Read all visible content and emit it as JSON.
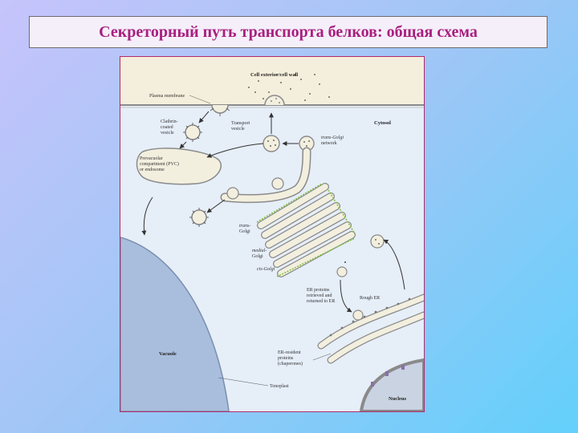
{
  "slide": {
    "title": "Секреторный путь транспорта белков: общая схема"
  },
  "diagram": {
    "labels": {
      "cell_exterior": "Cell exterior/cell wall",
      "plasma_membrane": "Plasma membrane",
      "cytosol": "Cytosol",
      "clathrin_line1": "Clathrin-",
      "clathrin_line2": "coated",
      "clathrin_line3": "vesicle",
      "transport_line1": "Transport",
      "transport_line2": "vesicle",
      "trans_golgi_net_line1": "trans-Golgi",
      "trans_golgi_net_line2": "network",
      "pvc_line1": "Prevacuolar",
      "pvc_line2": "compartment (PVC)",
      "pvc_line3": "or endosome",
      "trans_golgi_line1": "trans-",
      "trans_golgi_line2": "Golgi",
      "medial_golgi_line1": "medial-",
      "medial_golgi_line2": "Golgi",
      "cis_golgi": "cis-Golgi",
      "er_retrieval_line1": "ER proteins",
      "er_retrieval_line2": "retrieved and",
      "er_retrieval_line3": "returned to ER",
      "rough_er": "Rough ER",
      "vacuole": "Vacuole",
      "er_resident_line1": "ER-resident",
      "er_resident_line2": "proteins",
      "er_resident_line3": "(chaperones)",
      "tonoplast": "Tonoplast",
      "nucleus": "Nucleus"
    },
    "colors": {
      "exterior": "#f4efdc",
      "cytosol": "#e6eef8",
      "vacuole": "#a9bedc",
      "organelle_fill": "#f3efdf",
      "membrane": "#8a8a8a",
      "cis_golgi_rim": "#7fbf3f",
      "arrow": "#333333",
      "nucleus": "#c9d3e2"
    }
  }
}
